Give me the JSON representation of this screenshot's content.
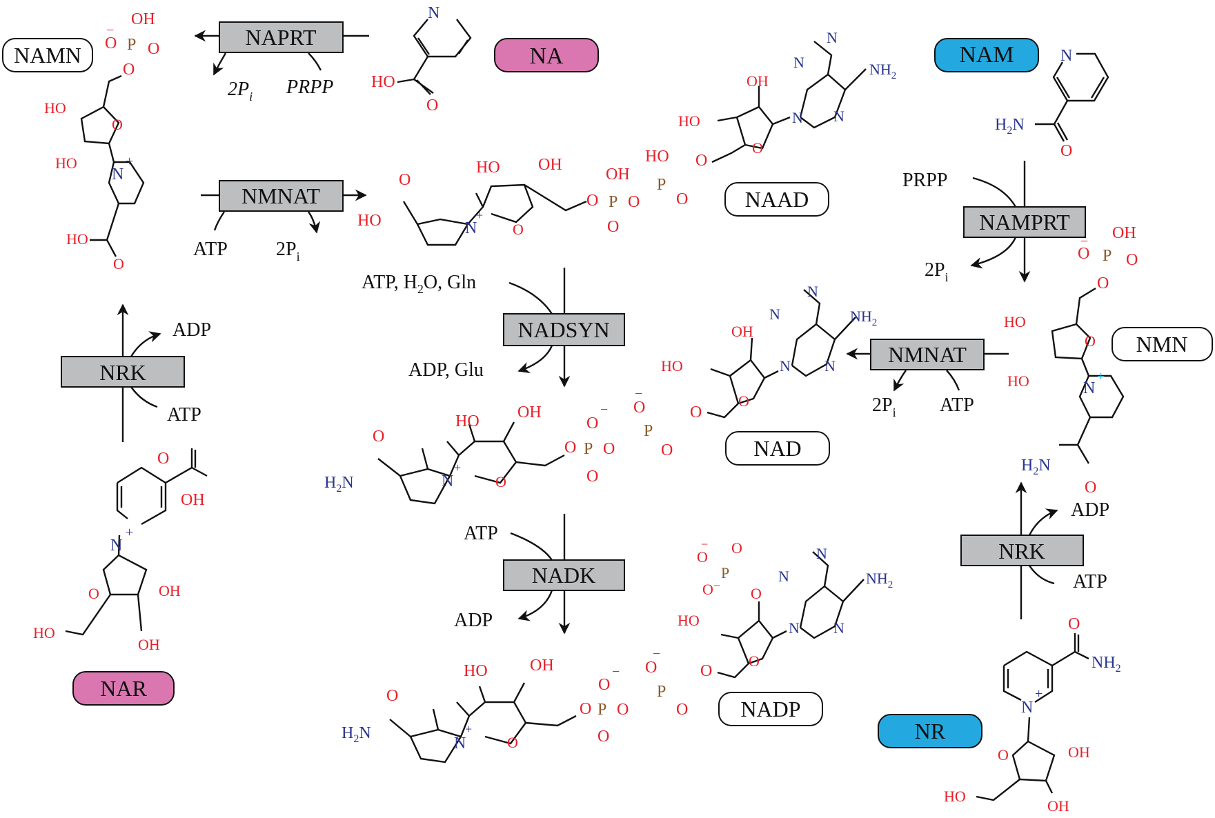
{
  "colors": {
    "pink": "#da77b0",
    "blue": "#23a8df",
    "enzyme": "#bcbec0",
    "oxygen": "#e8202a",
    "nitrogen": "#2a3590",
    "phosphorus": "#8a5a2b"
  },
  "metabolites": {
    "NAMN": "NAMN",
    "NA": "NA",
    "NAM": "NAM",
    "NAAD": "NAAD",
    "NMN": "NMN",
    "NAD": "NAD",
    "NADP": "NADP",
    "NAR": "NAR",
    "NR": "NR"
  },
  "enzymes": {
    "naprt": "NAPRT",
    "nmnat_left": "NMNAT",
    "nmnat_right": "NMNAT",
    "nadsyn": "NADSYN",
    "nadk": "NADK",
    "nampt": "NAMPRT",
    "nrk_left": "NRK",
    "nrk_right": "NRK"
  },
  "cofactors": {
    "naprt_out": "2P",
    "naprt_out_sub": "i",
    "naprt_in": "PRPP",
    "nmnat_left_in": "ATP",
    "nmnat_left_out": "2P",
    "nmnat_left_out_sub": "i",
    "nadsyn_in_1": "ATP, H",
    "nadsyn_in_sub": "2",
    "nadsyn_in_2": "O, Gln",
    "nadsyn_out": "ADP, Glu",
    "nadk_in": "ATP",
    "nadk_out": "ADP",
    "nampt_in": "PRPP",
    "nampt_out": "2P",
    "nampt_out_sub": "i",
    "nmnat_right_out": "2P",
    "nmnat_right_out_sub": "i",
    "nmnat_right_in": "ATP",
    "nrk_left_out": "ADP",
    "nrk_left_in": "ATP",
    "nrk_right_out": "ADP",
    "nrk_right_in": "ATP"
  },
  "atoms": {
    "O": "O",
    "OH": "OH",
    "HO": "HO",
    "P": "P",
    "N": "N",
    "NH2": "NH",
    "H2N_H": "H",
    "sub2": "2",
    "plus": "+",
    "minus": "−"
  }
}
